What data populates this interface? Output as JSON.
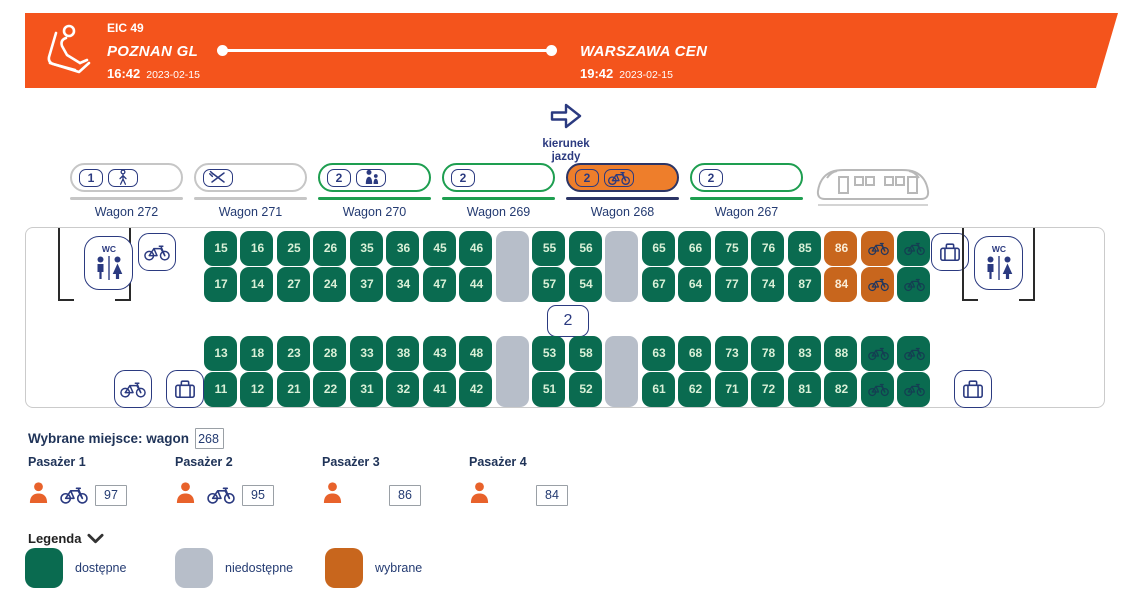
{
  "header": {
    "train_number": "EIC 49",
    "origin": {
      "station": "POZNAN GL",
      "time": "16:42",
      "date": "2023-02-15"
    },
    "destination": {
      "station": "WARSZAWA CEN",
      "time": "19:42",
      "date": "2023-02-15"
    }
  },
  "direction": {
    "line1": "kierunek",
    "line2": "jazdy"
  },
  "wagons": [
    {
      "label": "Wagon 272",
      "badge": "1",
      "icon": "person",
      "state": "neutral"
    },
    {
      "label": "Wagon 271",
      "badge": null,
      "icon": "restaurant",
      "state": "neutral"
    },
    {
      "label": "Wagon 270",
      "badge": "2",
      "icon": "adult-child",
      "state": "available"
    },
    {
      "label": "Wagon 269",
      "badge": "2",
      "icon": null,
      "state": "available"
    },
    {
      "label": "Wagon 268",
      "badge": "2",
      "icon": "bike",
      "state": "selected"
    },
    {
      "label": "Wagon 267",
      "badge": "2",
      "icon": null,
      "state": "available"
    }
  ],
  "seatmap": {
    "class_badge": "2",
    "top_columns": [
      [
        "15",
        "17"
      ],
      [
        "16",
        "14"
      ],
      [
        "25",
        "27"
      ],
      [
        "26",
        "24"
      ],
      [
        "35",
        "37"
      ],
      [
        "36",
        "34"
      ],
      [
        "45",
        "47"
      ],
      [
        "46",
        "44"
      ],
      "X",
      [
        "55",
        "57"
      ],
      [
        "56",
        "54"
      ],
      "X",
      [
        "65",
        "67"
      ],
      [
        "66",
        "64"
      ],
      [
        "75",
        "77"
      ],
      [
        "76",
        "74"
      ],
      [
        "85",
        "87"
      ],
      [
        {
          "n": "86",
          "s": 1
        },
        {
          "n": "84",
          "s": 1
        }
      ],
      [
        {
          "b": 1,
          "s": 1
        },
        {
          "b": 1,
          "s": 1
        }
      ],
      [
        {
          "b": 1
        },
        {
          "b": 1
        }
      ]
    ],
    "bottom_columns": [
      [
        "13",
        "11"
      ],
      [
        "18",
        "12"
      ],
      [
        "23",
        "21"
      ],
      [
        "28",
        "22"
      ],
      [
        "33",
        "31"
      ],
      [
        "38",
        "32"
      ],
      [
        "43",
        "41"
      ],
      [
        "48",
        "42"
      ],
      "X",
      [
        "53",
        "51"
      ],
      [
        "58",
        "52"
      ],
      "X",
      [
        "63",
        "61"
      ],
      [
        "68",
        "62"
      ],
      [
        "73",
        "71"
      ],
      [
        "78",
        "72"
      ],
      [
        "83",
        "81"
      ],
      [
        "88",
        "82"
      ],
      [
        {
          "b": 1
        },
        {
          "b": 1
        }
      ],
      [
        {
          "b": 1
        },
        {
          "b": 1
        }
      ]
    ]
  },
  "selection": {
    "label": "Wybrane miejsce: wagon",
    "wagon_value": "268"
  },
  "passengers": [
    {
      "label": "Pasażer 1",
      "bike": true,
      "seat": "97"
    },
    {
      "label": "Pasażer 2",
      "bike": true,
      "seat": "95"
    },
    {
      "label": "Pasażer 3",
      "bike": false,
      "seat": "86"
    },
    {
      "label": "Pasażer 4",
      "bike": false,
      "seat": "84"
    }
  ],
  "legend": {
    "title": "Legenda",
    "items": [
      {
        "label": "dostępne",
        "type": "available"
      },
      {
        "label": "niedostępne",
        "type": "blocked"
      },
      {
        "label": "wybrane",
        "type": "selected"
      }
    ]
  },
  "colors": {
    "accent_orange": "#F4541C",
    "seat_available": "#13954A",
    "seat_blocked": "#CDCFD1",
    "seat_selected": "#EE7E2B",
    "navy": "#2B3A80"
  }
}
